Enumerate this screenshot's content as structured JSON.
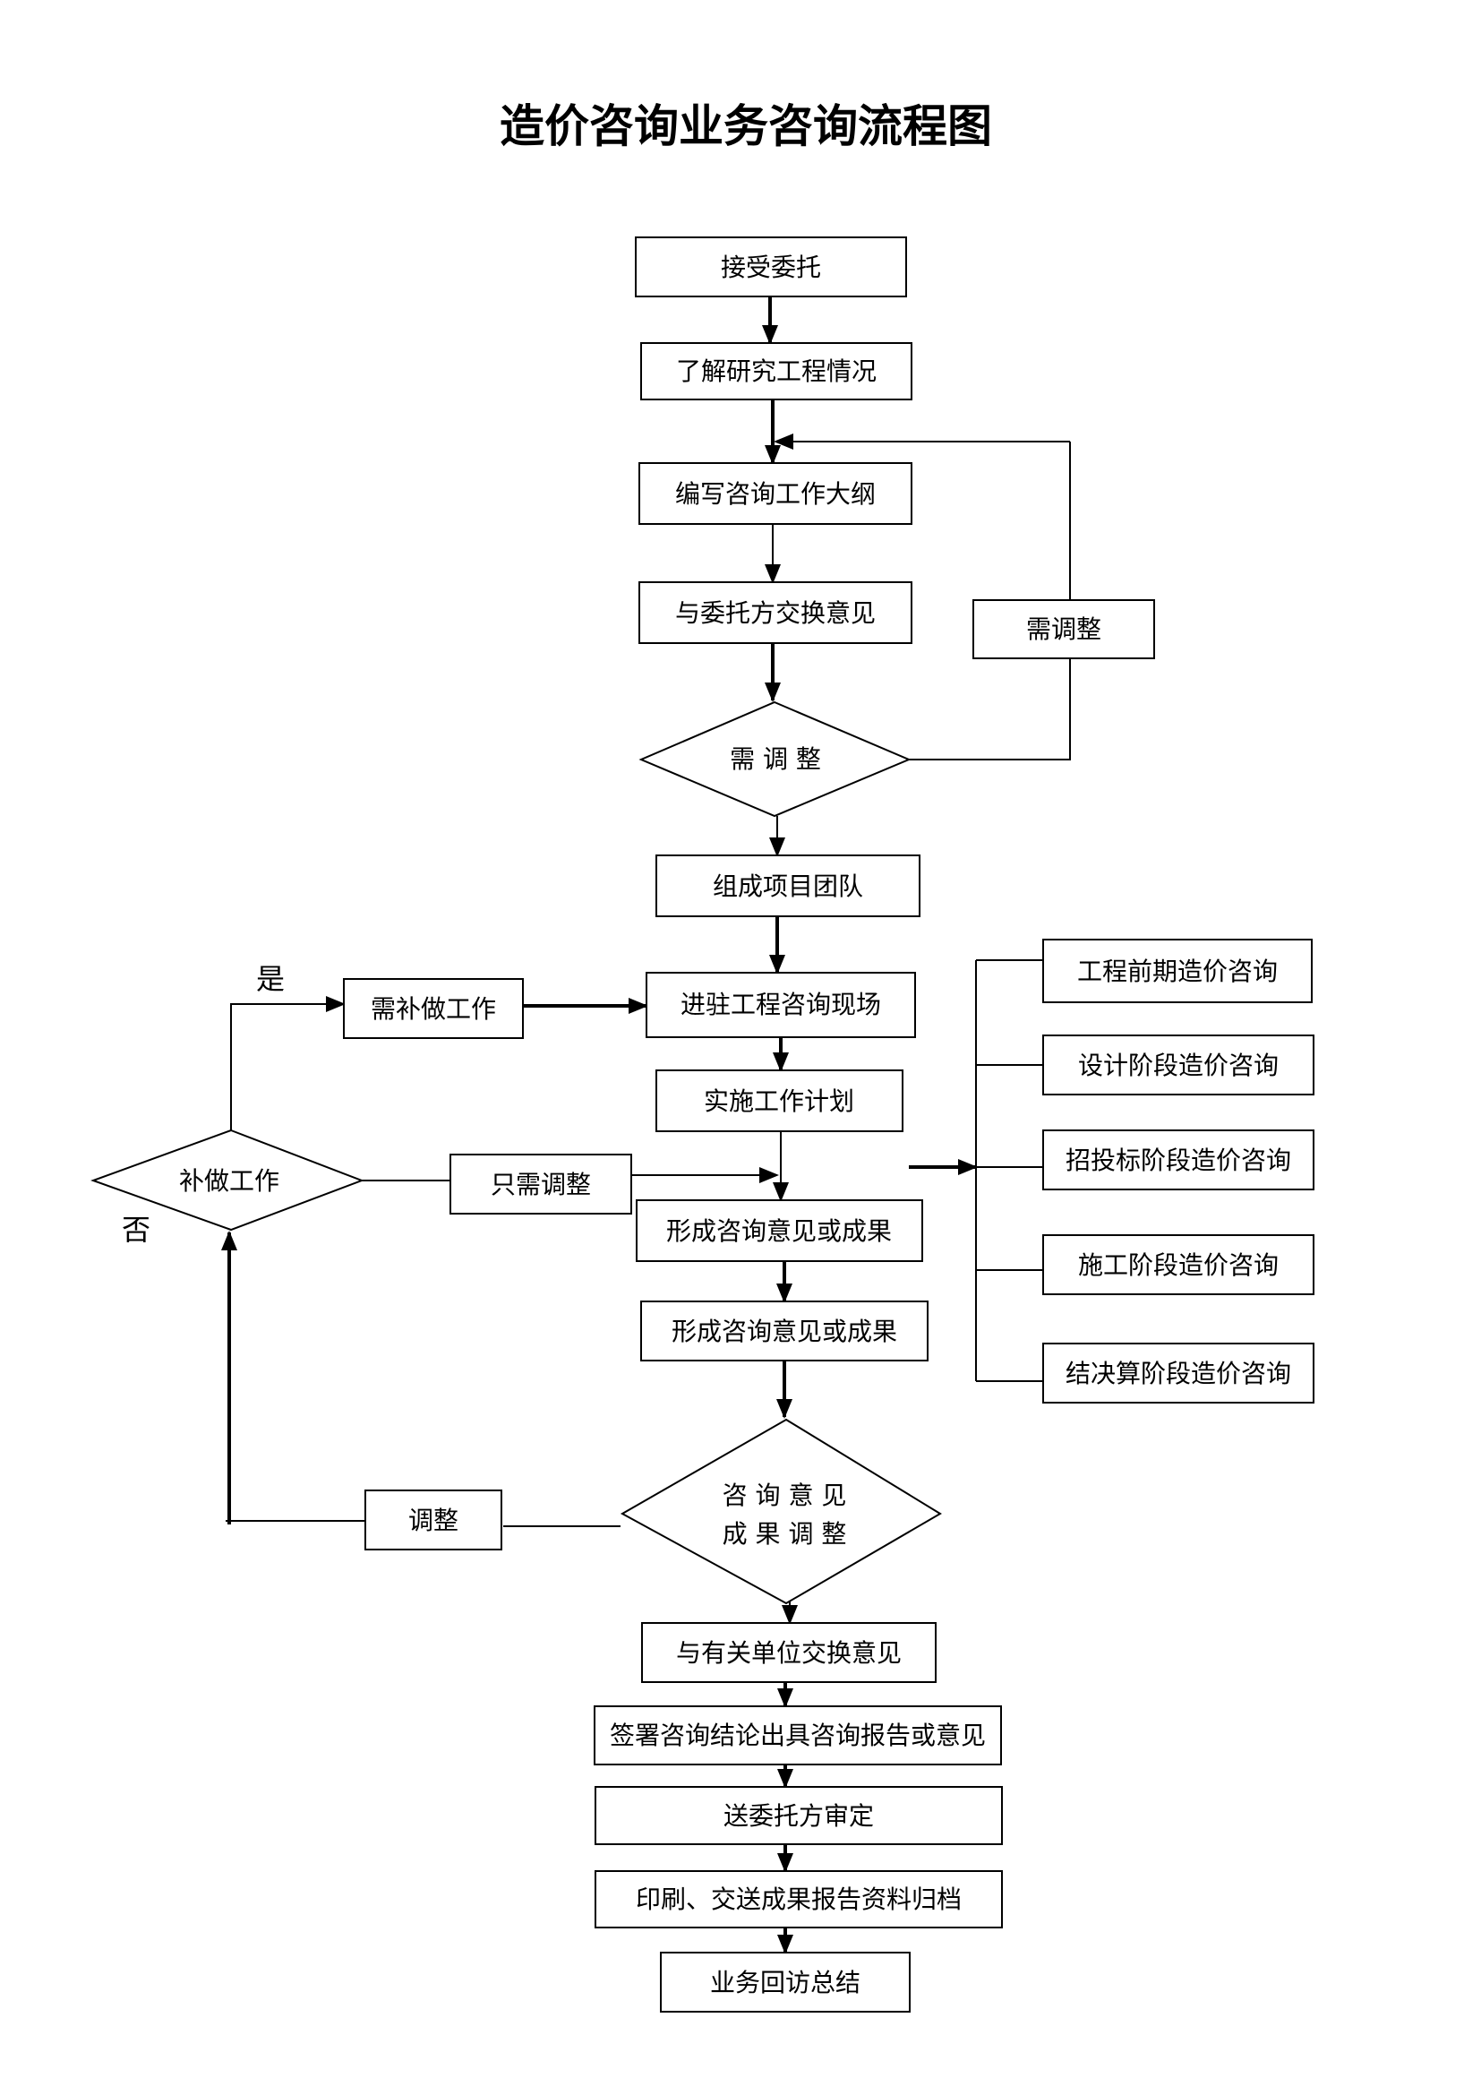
{
  "title": "造价咨询业务咨询流程图",
  "nodes": {
    "accept": "接受委托",
    "study": "了解研究工程情况",
    "outline": "编写咨询工作大纲",
    "exchange_client": "与委托方交换意见",
    "adjust_box": "需调整",
    "adjust_decision": "需 调 整",
    "team": "组成项目团队",
    "site": "进驻工程咨询现场",
    "plan": "实施工作计划",
    "result_1": "形成咨询意见或成果",
    "result_2": "形成咨询意见或成果",
    "supplement_needed": "需补做工作",
    "only_adjust": "只需调整",
    "supplement_decision": "补做工作",
    "result_adjust_line1": "咨 询 意 见",
    "result_adjust_line2": "成 果 调 整",
    "adjust": "调整",
    "exchange_units": "与有关单位交换意见",
    "sign": "签署咨询结论出具咨询报告或意见",
    "review": "送委托方审定",
    "print": "印刷、交送成果报告资料归档",
    "followup": "业务回访总结"
  },
  "stages": [
    "工程前期造价咨询",
    "设计阶段造价咨询",
    "招投标阶段造价咨询",
    "施工阶段造价咨询",
    "结决算阶段造价咨询"
  ],
  "branch_labels": {
    "yes": "是",
    "no": "否"
  }
}
